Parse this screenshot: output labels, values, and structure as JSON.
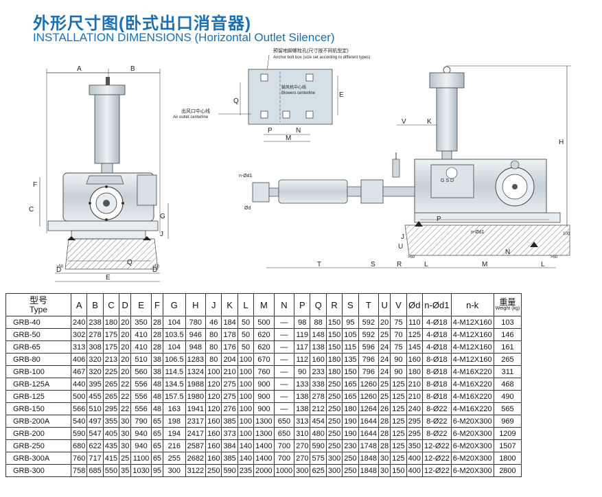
{
  "title_cn": "外形尺寸图(卧式出口消音器)",
  "title_en": "INSTALLATION DIMENSIONS (Horizontal Outlet Silencer)",
  "labels": {
    "anchor_cn": "预留地脚螺栓孔(尺寸按不同机型定)",
    "anchor_en": "Anchor bolt box (size set according to different types)",
    "blower_cl_cn": "鼓风机中心线",
    "blower_cl_en": "Blowers centerline",
    "outlet_cl_cn": "出风口中心线",
    "outlet_cl_en": "Air outlet centerline",
    "nd1": "n-Ød1",
    "d": "Ød",
    "gsd": "G S D",
    "gt50": ">50",
    "v100": "100",
    "dims": {
      "A": "A",
      "B": "B",
      "C": "C",
      "D": "D",
      "E": "E",
      "F": "F",
      "G": "G",
      "H": "H",
      "J": "J",
      "K": "K",
      "L": "L",
      "M": "M",
      "N": "N",
      "P": "P",
      "Q": "Q",
      "R": "R",
      "S": "S",
      "T": "T",
      "U": "U",
      "V": "V"
    }
  },
  "table": {
    "header": {
      "type_cn": "型号",
      "type_en": "Type",
      "cols": [
        "A",
        "B",
        "C",
        "D",
        "E",
        "F",
        "G",
        "H",
        "J",
        "K",
        "L",
        "M",
        "N",
        "P",
        "Q",
        "R",
        "S",
        "T",
        "U",
        "V",
        "Ød",
        "n-Ød1",
        "n-k"
      ],
      "weight_cn": "重量",
      "weight_en": "Weight (kg)"
    },
    "rows": [
      [
        "GRB-40",
        "240",
        "238",
        "180",
        "20",
        "350",
        "28",
        "104",
        "780",
        "46",
        "184",
        "50",
        "500",
        "—",
        "98",
        "88",
        "150",
        "95",
        "592",
        "20",
        "75",
        "110",
        "4-Ø18",
        "4-M12X160",
        "103"
      ],
      [
        "GRB-50",
        "302",
        "278",
        "175",
        "20",
        "410",
        "28",
        "103.5",
        "946",
        "80",
        "178",
        "50",
        "620",
        "—",
        "119",
        "148",
        "150",
        "105",
        "592",
        "25",
        "70",
        "125",
        "4-Ø18",
        "4-M12X160",
        "146"
      ],
      [
        "GRB-65",
        "313",
        "308",
        "175",
        "20",
        "410",
        "28",
        "104",
        "948",
        "80",
        "176",
        "50",
        "620",
        "—",
        "117",
        "138",
        "150",
        "115",
        "596",
        "24",
        "75",
        "145",
        "4-Ø18",
        "4-M12X160",
        "161"
      ],
      [
        "GRB-80",
        "406",
        "320",
        "213",
        "20",
        "510",
        "38",
        "106.5",
        "1283",
        "80",
        "204",
        "100",
        "670",
        "—",
        "112",
        "160",
        "180",
        "135",
        "796",
        "24",
        "90",
        "160",
        "8-Ø18",
        "4-M12X160",
        "265"
      ],
      [
        "GRB-100",
        "467",
        "320",
        "225",
        "20",
        "560",
        "38",
        "114.5",
        "1324",
        "100",
        "210",
        "100",
        "760",
        "—",
        "90",
        "233",
        "180",
        "150",
        "796",
        "24",
        "90",
        "180",
        "8-Ø18",
        "4-M16X220",
        "311"
      ],
      [
        "GRB-125A",
        "440",
        "395",
        "265",
        "22",
        "556",
        "48",
        "134.5",
        "1988",
        "120",
        "275",
        "100",
        "900",
        "—",
        "133",
        "338",
        "250",
        "165",
        "1260",
        "25",
        "125",
        "210",
        "8-Ø18",
        "4-M16X220",
        "468"
      ],
      [
        "GRB-125",
        "500",
        "455",
        "265",
        "22",
        "556",
        "48",
        "157.5",
        "1980",
        "120",
        "275",
        "100",
        "900",
        "—",
        "138",
        "278",
        "250",
        "165",
        "1260",
        "25",
        "125",
        "210",
        "8-Ø18",
        "4-M16X220",
        "490"
      ],
      [
        "GRB-150",
        "566",
        "510",
        "295",
        "22",
        "556",
        "48",
        "163",
        "1941",
        "120",
        "276",
        "100",
        "900",
        "—",
        "138",
        "212",
        "250",
        "180",
        "1264",
        "26",
        "125",
        "240",
        "8-Ø22",
        "4-M16X220",
        "565"
      ],
      [
        "GRB-200A",
        "540",
        "497",
        "355",
        "30",
        "790",
        "65",
        "198",
        "2317",
        "160",
        "385",
        "100",
        "1300",
        "650",
        "313",
        "454",
        "250",
        "190",
        "1644",
        "28",
        "125",
        "295",
        "8-Ø22",
        "6-M20X300",
        "969"
      ],
      [
        "GRB-200",
        "590",
        "547",
        "405",
        "30",
        "940",
        "65",
        "194",
        "2417",
        "160",
        "373",
        "100",
        "1300",
        "650",
        "310",
        "480",
        "250",
        "190",
        "1644",
        "28",
        "125",
        "295",
        "8-Ø22",
        "6-M20X300",
        "1209"
      ],
      [
        "GRB-250",
        "680",
        "622",
        "435",
        "30",
        "940",
        "65",
        "216",
        "2587",
        "160",
        "384",
        "140",
        "1400",
        "700",
        "270",
        "590",
        "250",
        "230",
        "1748",
        "28",
        "125",
        "350",
        "12-Ø22",
        "6-M20X300",
        "1507"
      ],
      [
        "GRB-300A",
        "760",
        "717",
        "415",
        "25",
        "1100",
        "65",
        "255",
        "2682",
        "160",
        "385",
        "140",
        "1400",
        "700",
        "270",
        "575",
        "300",
        "250",
        "1848",
        "30",
        "125",
        "400",
        "12-Ø22",
        "6-M20X300",
        "1800"
      ],
      [
        "GRB-300",
        "758",
        "685",
        "550",
        "35",
        "1030",
        "95",
        "300",
        "3122",
        "250",
        "590",
        "235",
        "2000",
        "1000",
        "300",
        "625",
        "300",
        "250",
        "1848",
        "30",
        "150",
        "400",
        "12-Ø22",
        "6-M20X300",
        "2800"
      ]
    ]
  }
}
